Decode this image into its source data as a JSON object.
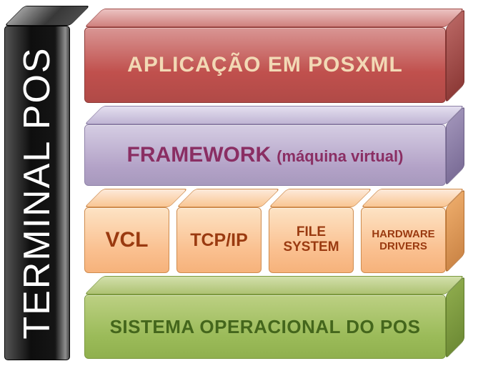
{
  "diagram": {
    "terminal": {
      "label": "TERMINAL POS"
    },
    "layers": {
      "posxml": {
        "label": "APLICAÇÃO EM POSXML"
      },
      "framework": {
        "label": "FRAMEWORK",
        "sublabel": "(máquina virtual)"
      },
      "middleware": {
        "boxes": [
          {
            "label": "VCL"
          },
          {
            "label": "TCP/IP"
          },
          {
            "label": "FILE SYSTEM"
          },
          {
            "label": "HARDWARE DRIVERS"
          }
        ]
      },
      "os": {
        "label": "SISTEMA OPERACIONAL DO POS"
      }
    },
    "colors": {
      "posxml_red": "#c0504d",
      "framework_purple": "#b3a2c7",
      "middleware_orange": "#fac090",
      "os_green": "#9bbb59",
      "terminal_black": "#1a1a1a",
      "posxml_text": "#f2d9b5",
      "framework_text": "#8a2e63",
      "middleware_text": "#9a3a10",
      "os_text": "#44661c"
    }
  }
}
